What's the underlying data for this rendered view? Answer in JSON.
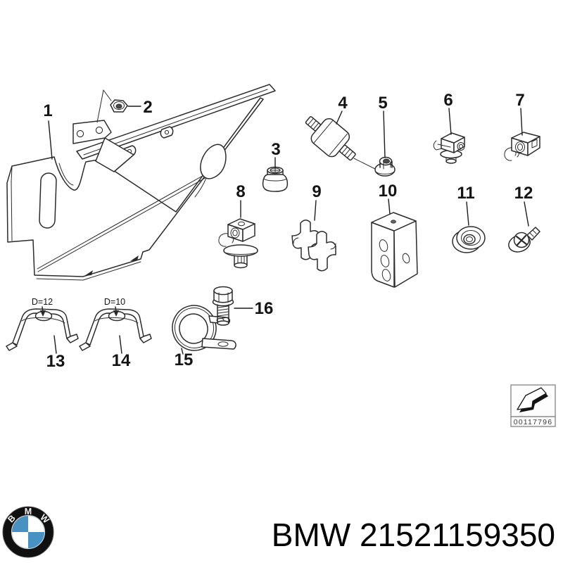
{
  "diagram": {
    "callouts": [
      {
        "num": "1"
      },
      {
        "num": "2"
      },
      {
        "num": "3"
      },
      {
        "num": "4"
      },
      {
        "num": "5"
      },
      {
        "num": "6"
      },
      {
        "num": "7"
      },
      {
        "num": "8"
      },
      {
        "num": "9"
      },
      {
        "num": "10"
      },
      {
        "num": "11"
      },
      {
        "num": "12"
      },
      {
        "num": "13"
      },
      {
        "num": "14"
      },
      {
        "num": "15"
      },
      {
        "num": "16"
      }
    ],
    "annotations": {
      "part13_diameter": "D=12",
      "part14_diameter": "D=10"
    },
    "doc_code": "00117796"
  },
  "footer": {
    "caption": "BMW 21521159350",
    "logo": {
      "letters": [
        "B",
        "M",
        "W"
      ],
      "blue": "#4792c3",
      "ring_black": "#101010"
    }
  }
}
